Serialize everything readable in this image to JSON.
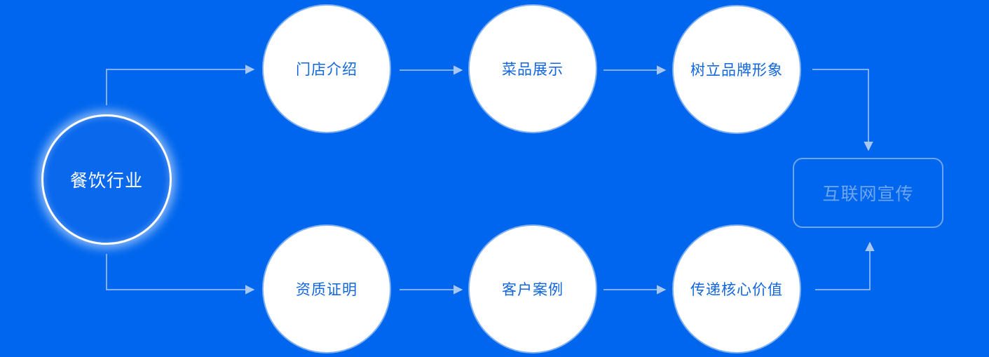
{
  "source": {
    "label": "餐饮行业"
  },
  "top_row": [
    {
      "label": "门店介绍"
    },
    {
      "label": "菜品展示"
    },
    {
      "label": "树立品牌形象"
    }
  ],
  "bottom_row": [
    {
      "label": "资质证明"
    },
    {
      "label": "客户案例"
    },
    {
      "label": "传递核心价值"
    }
  ],
  "target": {
    "label": "互联网宣传"
  },
  "colors": {
    "background": "#0066ee",
    "node_fill": "#ffffff",
    "node_text": "#1166dd",
    "connector": "#a8c8f4",
    "target_border": "#6ea6ee"
  }
}
